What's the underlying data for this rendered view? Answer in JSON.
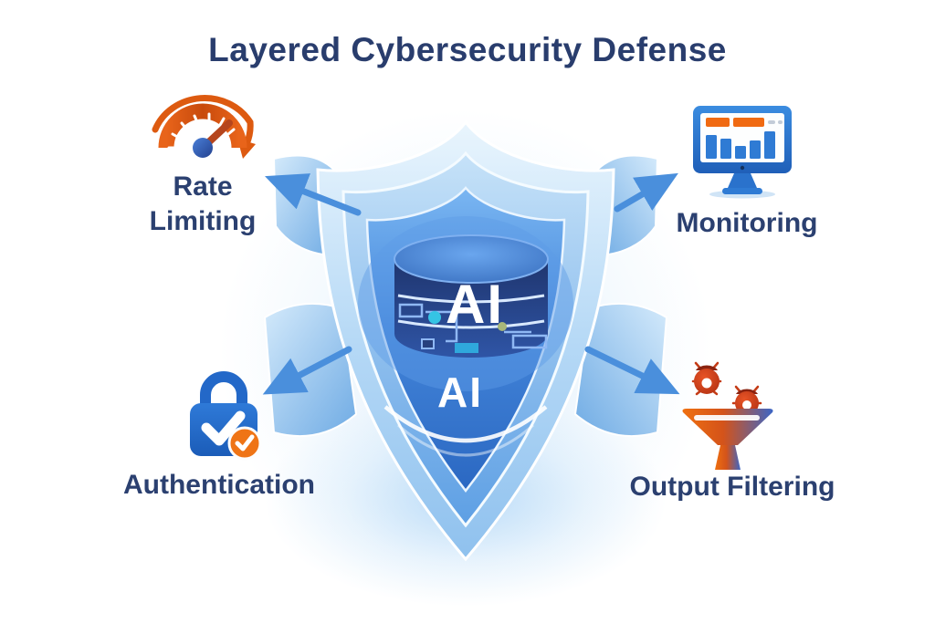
{
  "title": "Layered Cybersecurity Defense",
  "center": {
    "description": "layered shield protecting an AI model database",
    "shield_label_on_database": "AI",
    "shield_label_below_database": "AI"
  },
  "layers": [
    {
      "id": "rate-limiting",
      "label": "Rate Limiting",
      "icon": "speedometer-icon",
      "position": "top-left"
    },
    {
      "id": "monitoring",
      "label": "Monitoring",
      "icon": "monitor-chart-icon",
      "position": "top-right"
    },
    {
      "id": "authentication",
      "label": "Authentication",
      "icon": "padlock-check-icon",
      "position": "bottom-left"
    },
    {
      "id": "output-filtering",
      "label": "Output Filtering",
      "icon": "funnel-bugs-icon",
      "position": "bottom-right"
    }
  ],
  "colors": {
    "title_text": "#293d6d",
    "label_text": "#2b4070",
    "arrow_blue": "#4a8fdc",
    "shield_outer": "#9cc8f0",
    "shield_inner": "#3f82d8",
    "database_navy": "#22407e",
    "accent_orange": "#e8641a",
    "badge_orange": "#ef7416",
    "bug_red": "#cf3d18"
  }
}
